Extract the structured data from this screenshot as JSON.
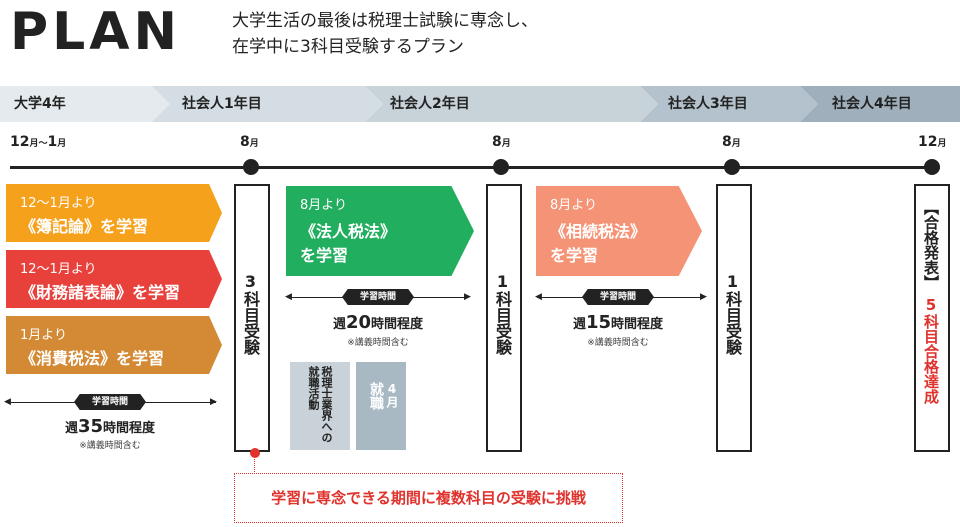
{
  "header": {
    "title": "PLAN",
    "subtitle_line1": "大学生活の最後は税理士試験に専念し、",
    "subtitle_line2": "在学中に3科目受験するプラン"
  },
  "phases": [
    "大学4年",
    "社会人1年目",
    "社会人2年目",
    "社会人3年目",
    "社会人4年目"
  ],
  "months": {
    "start_num1": "12",
    "start_unit1": "月",
    "start_sep": "〜",
    "start_num2": "1",
    "start_unit2": "月",
    "m1_num": "8",
    "m1_unit": "月",
    "m2_num": "8",
    "m2_unit": "月",
    "m3_num": "8",
    "m3_unit": "月",
    "m4_num": "12",
    "m4_unit": "月"
  },
  "study_blocks": {
    "boki": {
      "line1": "12〜1月より",
      "line2": "《簿記論》を学習",
      "color": "#f5a11c"
    },
    "zaimu": {
      "line1": "12〜1月より",
      "line2": "《財務諸表論》を学習",
      "color": "#e8413c"
    },
    "shohi": {
      "line1": "1月より",
      "line2": "《消費税法》を学習",
      "color": "#d48a34"
    },
    "hojin": {
      "line1": "8月より",
      "line2": "《法人税法》",
      "line3": "を学習",
      "color": "#22ae5f"
    },
    "sozoku": {
      "line1": "8月より",
      "line2": "《相続税法》",
      "line3": "を学習",
      "color": "#f59376"
    }
  },
  "exams": {
    "exam1": "3科目受験",
    "exam2": "1科目受験",
    "exam3": "1科目受験",
    "result": "【合格発表】",
    "result_sub": "5科目合格達成"
  },
  "study_hours": {
    "label": "学習時間",
    "h1_pre": "週",
    "h1_num": "35",
    "h1_post": "時間程度",
    "h2_pre": "週",
    "h2_num": "20",
    "h2_post": "時間程度",
    "h3_pre": "週",
    "h3_num": "15",
    "h3_post": "時間程度",
    "note": "※講義時間含む"
  },
  "job": {
    "box1": "税理士業界への就職活動",
    "box2_a": "就職",
    "box2_b": "4月"
  },
  "callout": "学習に専念できる期間に複数科目の受験に挑戦",
  "colors": {
    "accent_red": "#e0332e",
    "banner_light": "#e3e9ed",
    "banner_dark": "#9aaab6"
  }
}
